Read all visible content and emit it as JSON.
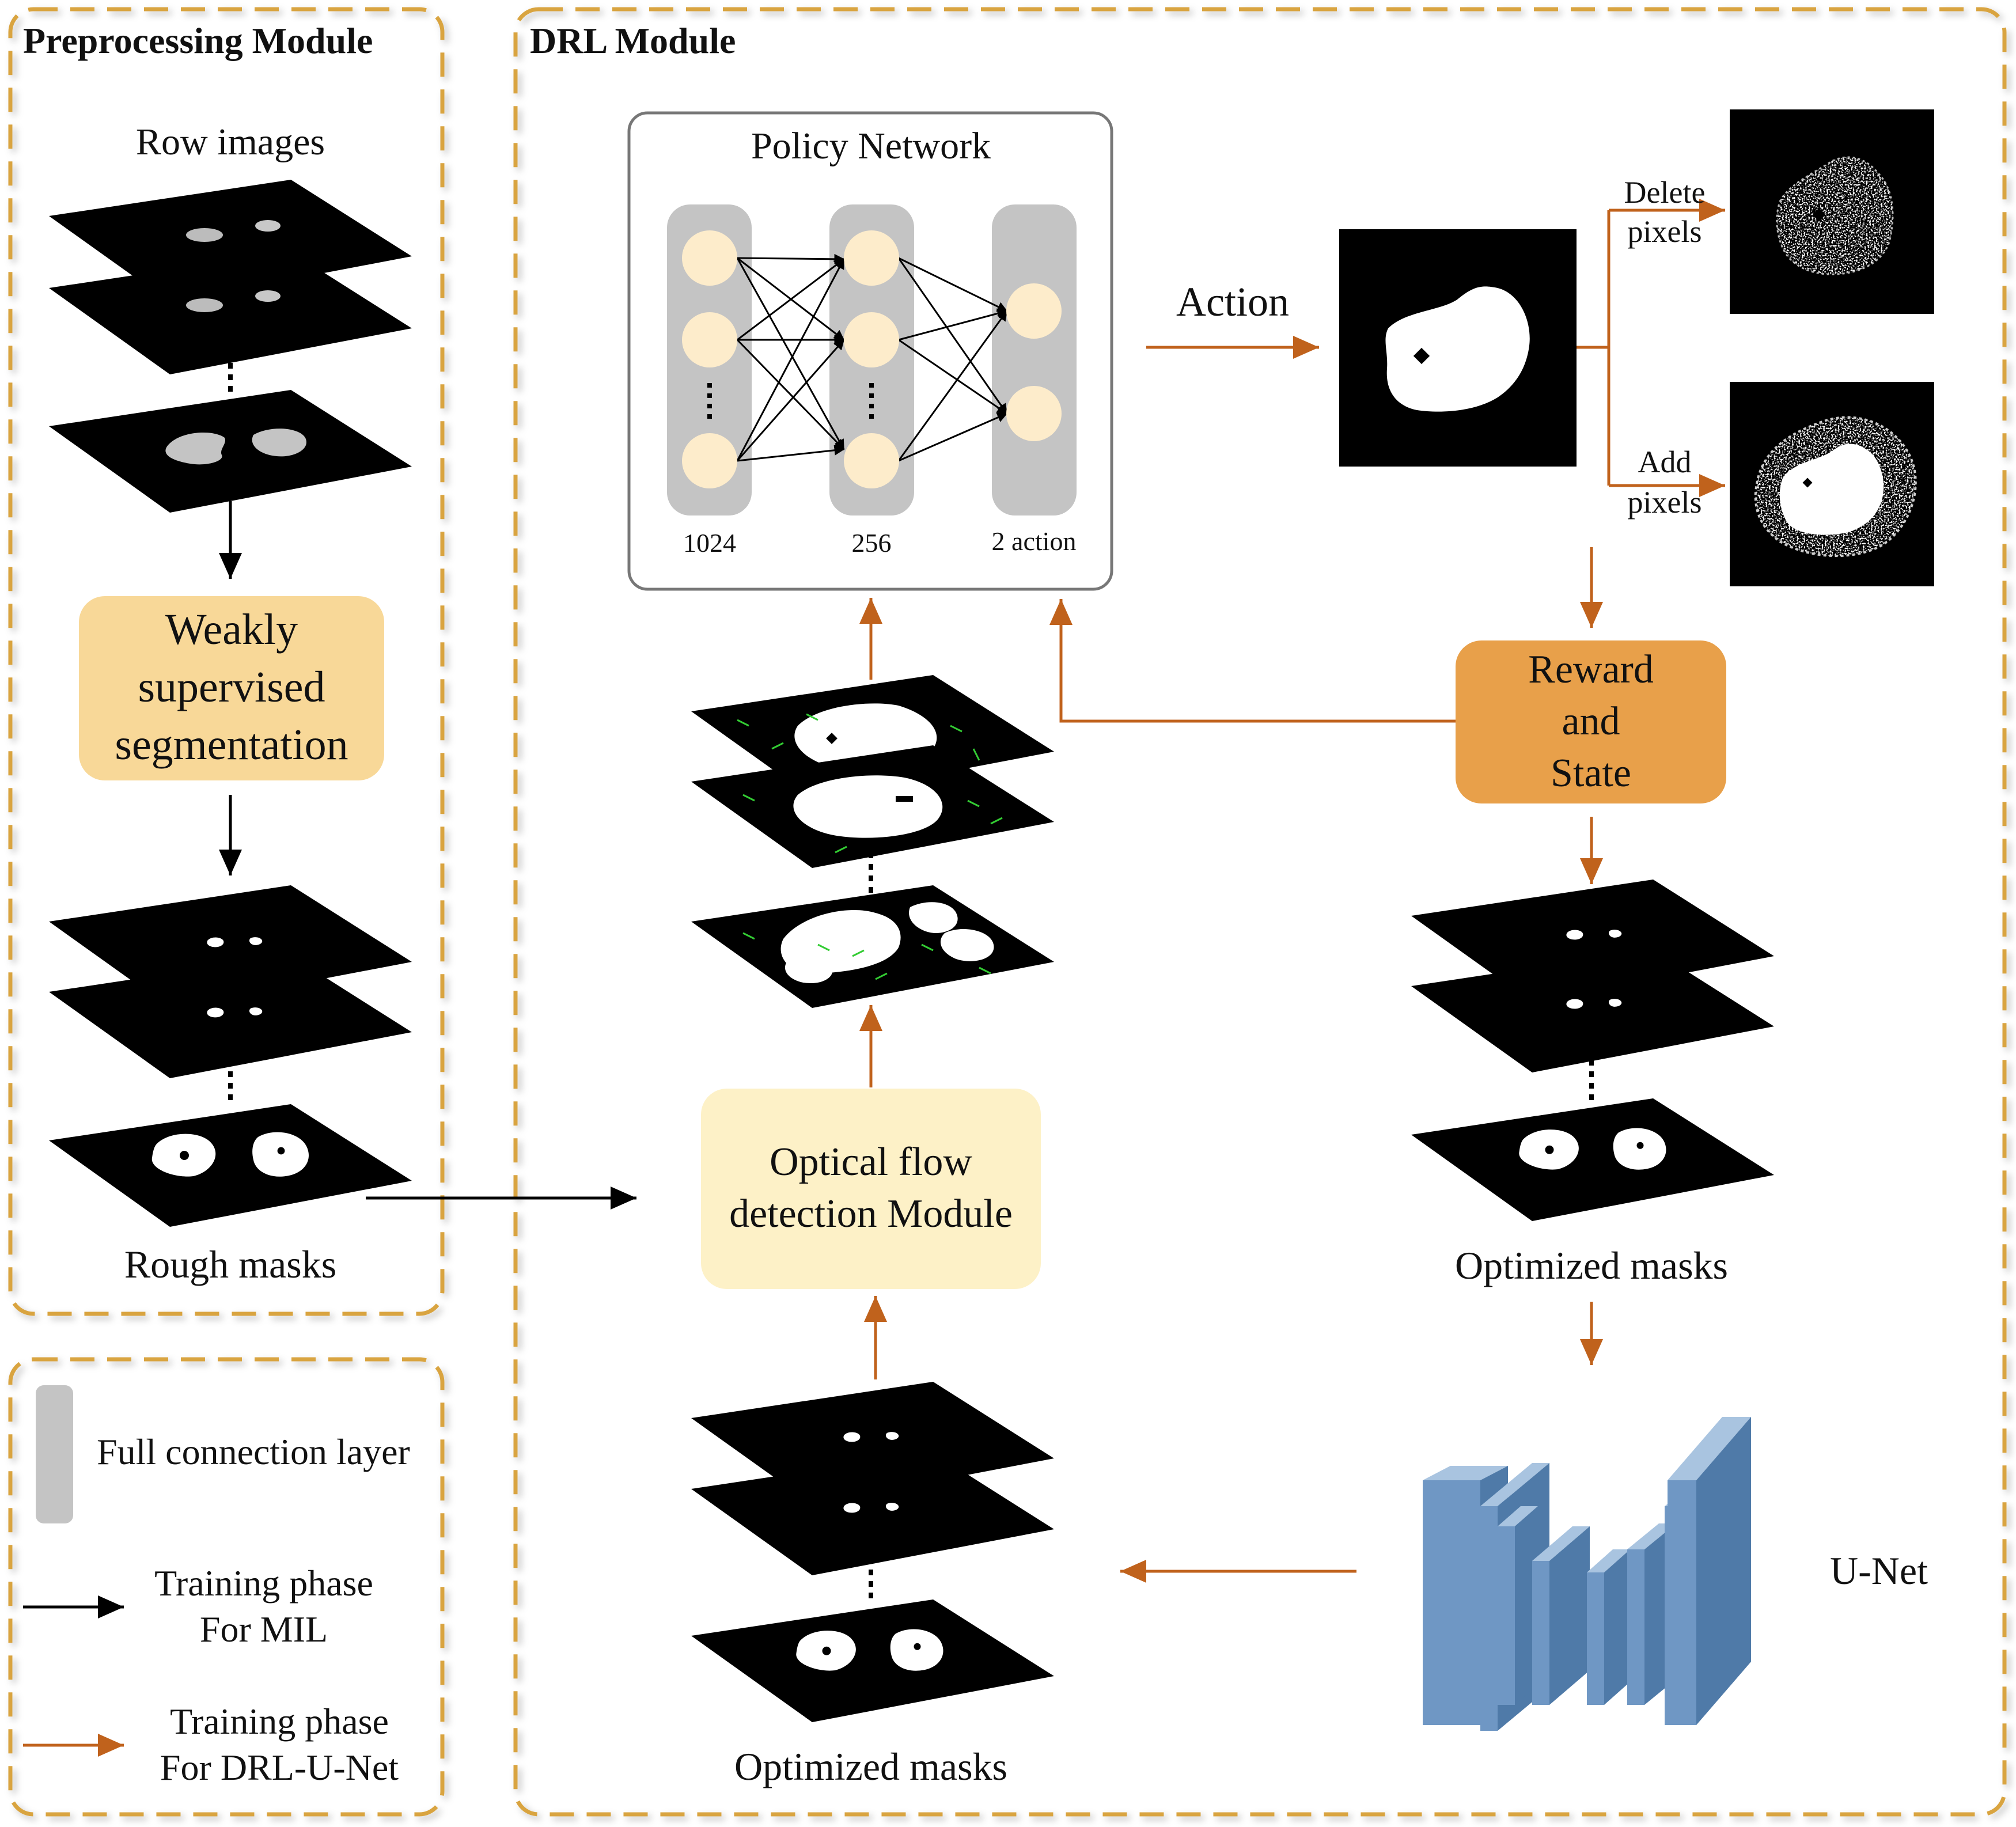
{
  "preprocessing": {
    "title": "Preprocessing Module",
    "row_images_label": "Row images",
    "weakly_box": [
      "Weakly",
      "supervised",
      "segmentation"
    ],
    "rough_masks_label": "Rough masks"
  },
  "drl": {
    "title": "DRL Module",
    "policy": {
      "title": "Policy Network",
      "layer_labels": [
        "1024",
        "256",
        "2 action"
      ]
    },
    "action_label": "Action",
    "delete_label": [
      "Delete",
      "pixels"
    ],
    "add_label": [
      "Add",
      "pixels"
    ],
    "reward_box": [
      "Reward",
      "and",
      "State"
    ],
    "optical_box": [
      "Optical flow",
      "detection Module"
    ],
    "optimized_masks_right": "Optimized masks",
    "optimized_masks_bottom": "Optimized masks",
    "unet_label": "U-Net"
  },
  "legend": {
    "full_connection": "Full connection layer",
    "black_arrow": [
      "Training phase",
      "For MIL"
    ],
    "orange_arrow": [
      "Training phase",
      "For DRL-U-Net"
    ]
  },
  "colors": {
    "module_border": "#d9a441",
    "orange_arrow": "#c0621c",
    "black_arrow": "#000000",
    "weakly_box_fill": "#f8d898",
    "reward_box_fill": "#e8a04a",
    "optical_box_fill": "#fdf1c7",
    "node_fill": "#fdeccb",
    "layer_bar_fill": "#c4c4c4",
    "unet_front": "#6f97c4",
    "unet_side": "#a9c4e0"
  }
}
